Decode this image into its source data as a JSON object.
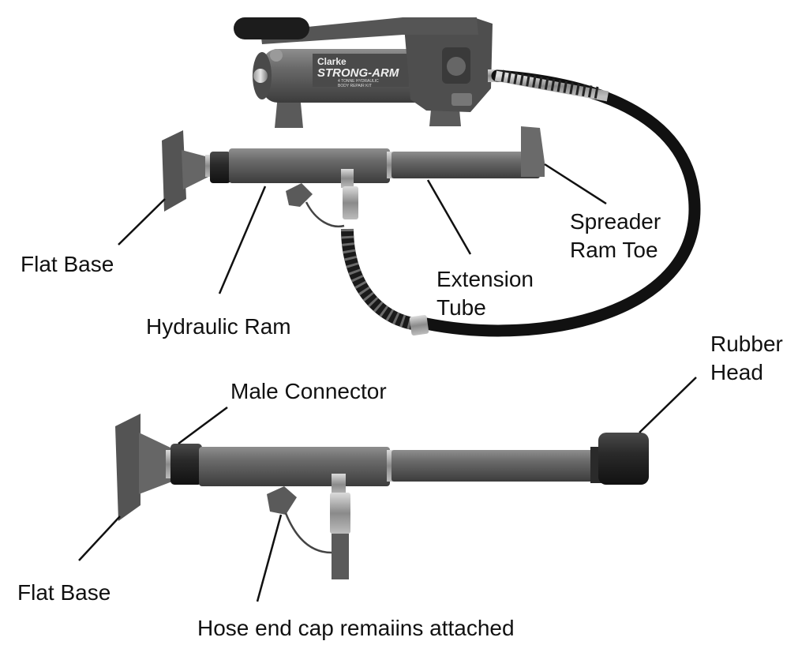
{
  "pump": {
    "brand": "Clarke",
    "product": "STRONG-ARM",
    "rating": "4 TONNE HYDRAULIC",
    "kit": "BODY REPAIR KIT"
  },
  "labels": {
    "flat_base_top": "Flat Base",
    "hydraulic_ram": "Hydraulic Ram",
    "extension_tube_1": "Extension",
    "extension_tube_2": "Tube",
    "spreader_ram_toe_1": "Spreader",
    "spreader_ram_toe_2": "Ram Toe",
    "rubber_head_1": "Rubber",
    "rubber_head_2": "Head",
    "male_connector": "Male Connector",
    "flat_base_bottom": "Flat Base",
    "hose_end_cap": "Hose end cap remaiins attached"
  },
  "colors": {
    "body": "#5e5e5e",
    "body_dark": "#3a3a3a",
    "body_light": "#8a8a8a",
    "rubber": "#151515",
    "chrome": "#c8c8c8",
    "leader": "#111111",
    "text": "#111111"
  }
}
